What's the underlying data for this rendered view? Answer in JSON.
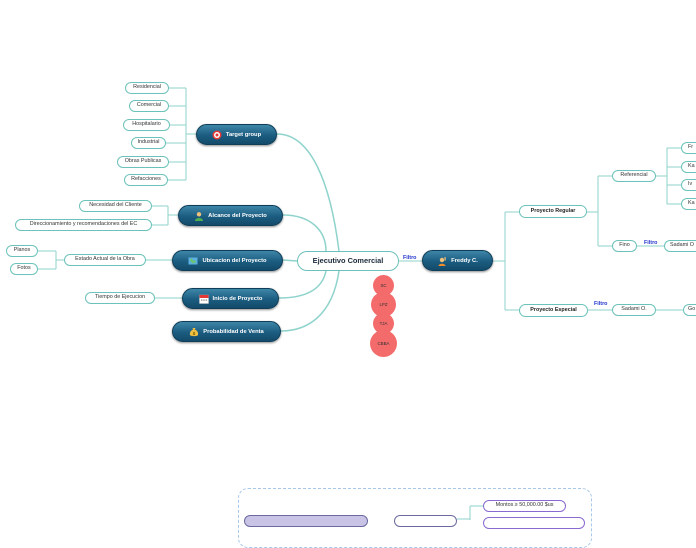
{
  "center": {
    "label": "Ejecutivo Comercial"
  },
  "filter_label": "Filtro",
  "left_branches": [
    {
      "label": "Target group",
      "icon": "target-icon",
      "children": [
        "Residencial",
        "Comercial",
        "Hospitalario",
        "Industrial",
        "Obras Publicas",
        "Refacciones"
      ]
    },
    {
      "label": "Alcance del Proyecto",
      "icon": "person-icon",
      "children": [
        "Necesidad del Cliente",
        "Direccionamiento y recomendaciones del EC"
      ]
    },
    {
      "label": "Ubicacion del Proyecto",
      "icon": "map-icon",
      "children": [
        "Estado Actual de la Obra"
      ],
      "grandchildren": [
        "Planos",
        "Fotos"
      ]
    },
    {
      "label": "Inicio de Proyecto",
      "icon": "calendar-icon",
      "children": [
        "Tiempo de Ejecucion"
      ]
    },
    {
      "label": "Probabilidad de Venta",
      "icon": "money-bag-icon",
      "children": []
    }
  ],
  "locations": [
    "SC",
    "LPZ",
    "TJA",
    "CBBA"
  ],
  "right": {
    "person": {
      "label": "Freddy C.",
      "icon": "person-wave-icon"
    },
    "regular": {
      "label": "Proyecto Regular",
      "referencial": {
        "label": "Referencial",
        "children": [
          "Fr",
          "Ka",
          "Iv",
          "Ka"
        ]
      },
      "fino": {
        "label": "Fino",
        "child": "Sadami O"
      }
    },
    "especial": {
      "label": "Proyecto Especial",
      "child": "Sadami O.",
      "grandchild": "Go"
    }
  },
  "legend": {
    "montos": "Montos ≥ 50,000.00 $us"
  }
}
